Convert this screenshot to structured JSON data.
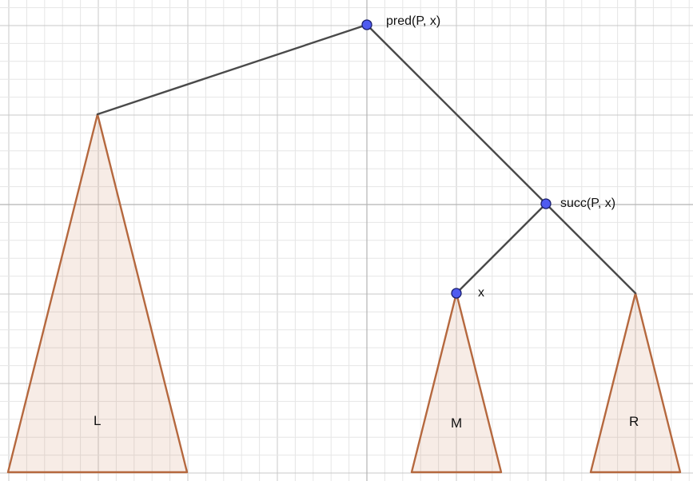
{
  "diagram": {
    "points": [
      {
        "id": "root",
        "label": "pred(P, x)",
        "shape": "point"
      },
      {
        "id": "succ",
        "label": "succ(P, x)",
        "shape": "point"
      },
      {
        "id": "x",
        "label": "x",
        "shape": "point"
      },
      {
        "id": "l_apex",
        "label": "",
        "shape": "vertex"
      },
      {
        "id": "r_apex",
        "label": "",
        "shape": "vertex"
      }
    ],
    "edges": [
      {
        "from": "root",
        "to": "l_apex"
      },
      {
        "from": "root",
        "to": "succ"
      },
      {
        "from": "succ",
        "to": "x"
      },
      {
        "from": "succ",
        "to": "r_apex"
      }
    ],
    "subtrees": [
      {
        "id": "L",
        "label": "L",
        "apex": "l_apex"
      },
      {
        "id": "M",
        "label": "M",
        "apex": "x"
      },
      {
        "id": "R",
        "label": "R",
        "apex": "r_apex"
      }
    ]
  },
  "colors": {
    "edge": "#4a4a4a",
    "point_fill": "#4f5bf0",
    "subtree_stroke": "#b5683e",
    "subtree_fill": "#f3e6df",
    "grid_minor": "#e6e6e6",
    "grid_major": "#c8c8c8"
  }
}
